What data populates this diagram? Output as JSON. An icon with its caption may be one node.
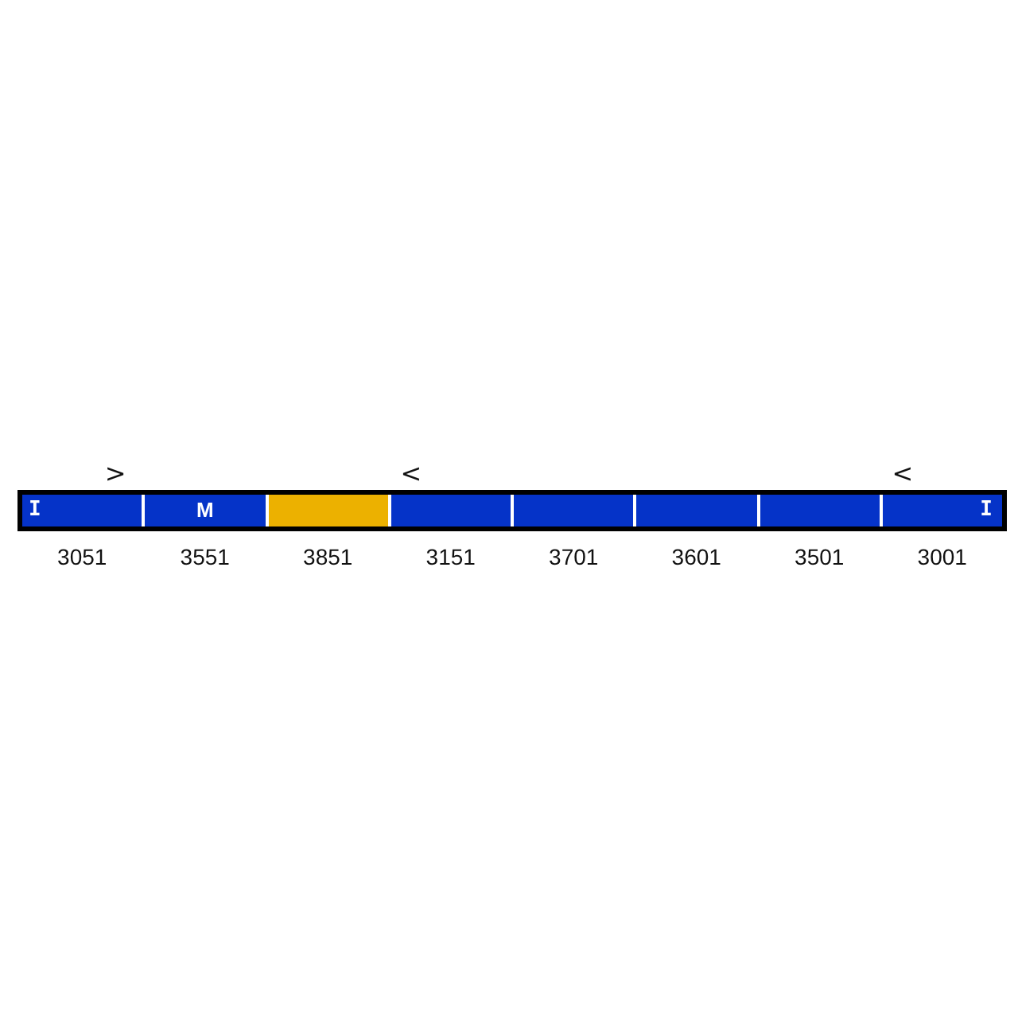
{
  "diagram": {
    "nodes": [
      {
        "text": [
          "I"
        ],
        "beside": [
          ">",
          "3051"
        ]
      },
      {
        "text": [
          "M"
        ],
        "beside": [
          "3551"
        ]
      },
      {
        "text": [],
        "shape": "box",
        "beside": [
          "3851"
        ]
      },
      {
        "text": [],
        "shape": "box",
        "beside": [
          "<",
          "3151"
        ]
      },
      {
        "text": [],
        "shape": "box",
        "beside": [
          "3701"
        ]
      },
      {
        "text": [],
        "shape": "box",
        "beside": [
          "3601"
        ]
      },
      {
        "text": [],
        "shape": "box",
        "beside": [
          "3501"
        ]
      },
      {
        "text": [
          "I"
        ],
        "beside": [
          "<",
          "3001"
        ]
      }
    ]
  }
}
